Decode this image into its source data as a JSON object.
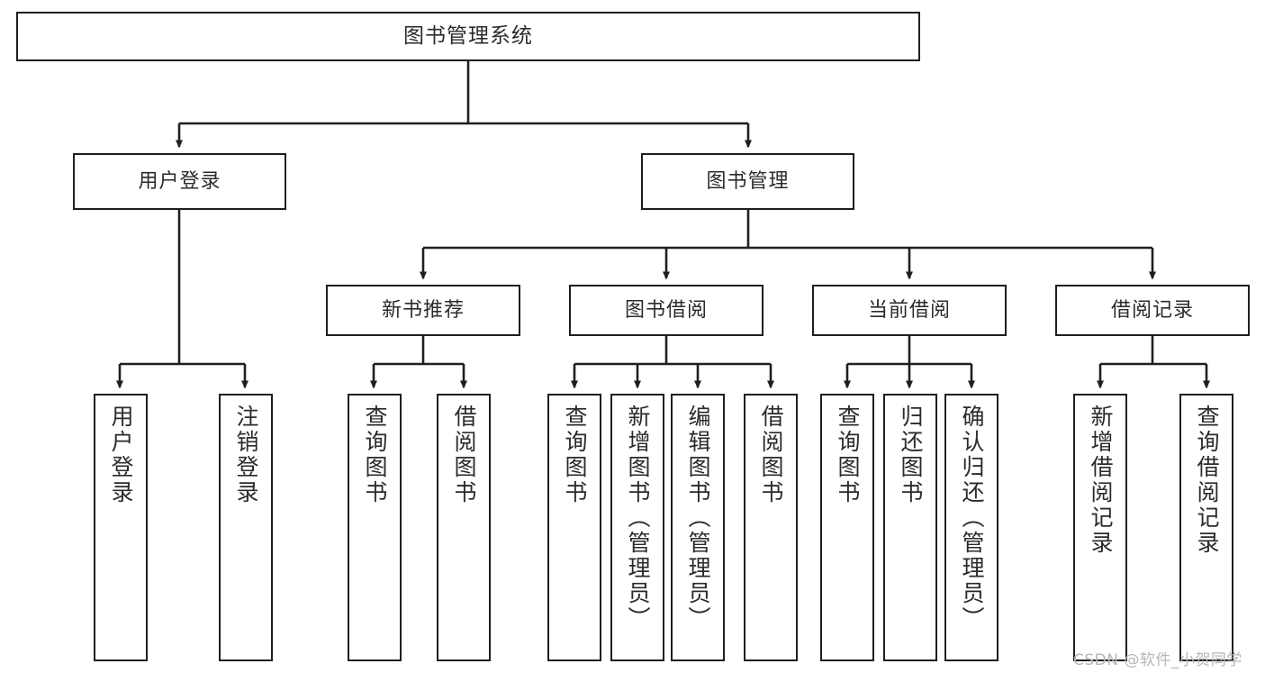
{
  "diagram": {
    "title": "图书管理系统",
    "type": "tree-hierarchy-diagram",
    "colors": {
      "stroke": "#1f1f1f",
      "fill": "#ffffff",
      "text": "#2b2b2b",
      "watermark": "#b6b6b6"
    },
    "root": {
      "label": "图书管理系统"
    },
    "level2": [
      {
        "label": "用户登录"
      },
      {
        "label": "图书管理"
      }
    ],
    "level3": [
      {
        "label": "新书推荐"
      },
      {
        "label": "图书借阅"
      },
      {
        "label": "当前借阅"
      },
      {
        "label": "借阅记录"
      }
    ],
    "leaves": {
      "user_login": [
        {
          "label": "用户登录"
        },
        {
          "label": "注销登录"
        }
      ],
      "new_book_recommend": [
        {
          "label": "查询图书"
        },
        {
          "label": "借阅图书"
        }
      ],
      "book_borrow": [
        {
          "label": "查询图书"
        },
        {
          "label": "新增图书（管理员）"
        },
        {
          "label": "编辑图书（管理员）"
        },
        {
          "label": "借阅图书"
        }
      ],
      "current_borrow": [
        {
          "label": "查询图书"
        },
        {
          "label": "归还图书"
        },
        {
          "label": "确认归还（管理员）"
        }
      ],
      "borrow_record": [
        {
          "label": "新增借阅记录"
        },
        {
          "label": "查询借阅记录"
        }
      ]
    }
  },
  "watermark": {
    "text": "CSDN @软件_小贺同学"
  }
}
